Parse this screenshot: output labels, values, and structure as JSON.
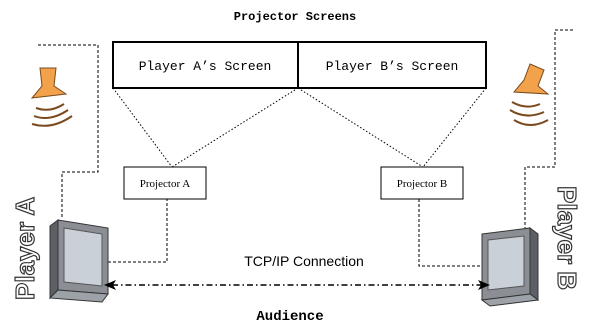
{
  "diagram": {
    "title": "Projector Screens",
    "screens": {
      "player_a": "Player A’s Screen",
      "player_b": "Player B’s Screen"
    },
    "projectors": {
      "a": "Projector A",
      "b": "Projector B"
    },
    "players": {
      "a": "Player A",
      "b": "Player B"
    },
    "connection_label": "TCP/IP Connection",
    "audience_label": "Audience",
    "icons": {
      "speaker": "speaker-icon",
      "laptop": "laptop-icon"
    },
    "colors": {
      "speaker_fill": "#f2a24b",
      "speaker_stroke": "#7a4a1c",
      "line": "#000000",
      "laptop_screen": "#c9d0d8",
      "player_label": "#ffffff",
      "player_label_stroke": "#333333"
    }
  }
}
